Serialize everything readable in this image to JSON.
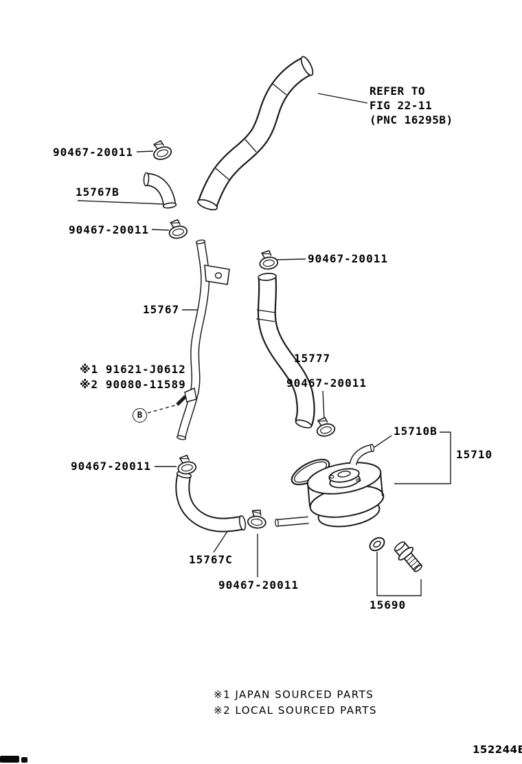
{
  "figure": {
    "refer_note": {
      "lines": [
        "REFER TO",
        "FIG 22-11",
        "(PNC 16295B)"
      ]
    },
    "parts": {
      "clamp": "90467-20011",
      "hose_upper_elbow": "15767B",
      "water_pipe": "15767",
      "hose_no2": "15777",
      "cooler_hose_union": "15710B",
      "oil_cooler_assy": "15710",
      "hose_no3": "15767C",
      "union_bolt_set": "15690",
      "stud_alt_1": "※1 91621-J0612",
      "stud_alt_2": "※2 90080-11589",
      "stud_marker": "B"
    },
    "footnotes": [
      "※1 JAPAN SOURCED PARTS",
      "※2 LOCAL SOURCED PARTS"
    ],
    "drawing_number": "152244B"
  }
}
